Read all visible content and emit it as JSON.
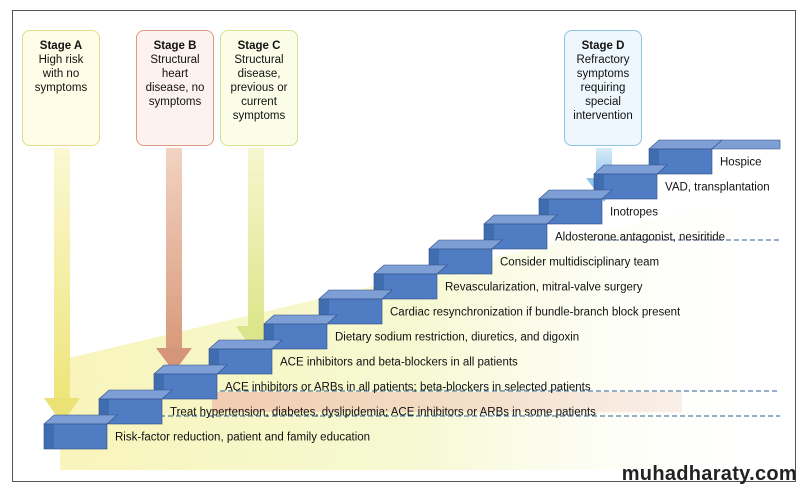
{
  "stages": [
    {
      "id": "a",
      "title": "Stage A",
      "lines": [
        "High risk",
        "with no",
        "symptoms"
      ]
    },
    {
      "id": "b",
      "title": "Stage B",
      "lines": [
        "Structural",
        "heart",
        "disease, no",
        "symptoms"
      ]
    },
    {
      "id": "c",
      "title": "Stage C",
      "lines": [
        "Structural",
        "disease,",
        "previous or",
        "current",
        "symptoms"
      ]
    },
    {
      "id": "d",
      "title": "Stage D",
      "lines": [
        "Refractory",
        "symptoms",
        "requiring",
        "special",
        "intervention"
      ]
    }
  ],
  "steps": [
    "Risk-factor reduction, patient and family education",
    "Treat hypertension, diabetes, dyslipidemia; ACE inhibitors or ARBs in some patients",
    "ACE inhibitors or ARBs in all patients; beta-blockers in selected patients",
    "ACE inhibitors and beta-blockers in all patients",
    "Dietary sodium restriction, diuretics, and digoxin",
    "Cardiac resynchronization if bundle-branch block present",
    "Revascularization, mitral-valve surgery",
    "Consider multidisciplinary team",
    "Aldosterone antagonist, nesiritide",
    "Inotropes",
    "VAD, transplantation",
    "Hospice"
  ],
  "colors": {
    "stage_a": "#f4f0a0",
    "stage_b": "#e8b49a",
    "stage_c": "#eaf0a8",
    "stage_d": "#a8d4ee",
    "step_top": "#7e9fd6",
    "step_front": "#4f7cc2",
    "step_side": "#2f5a9a"
  },
  "watermark": "muhadharaty.com"
}
